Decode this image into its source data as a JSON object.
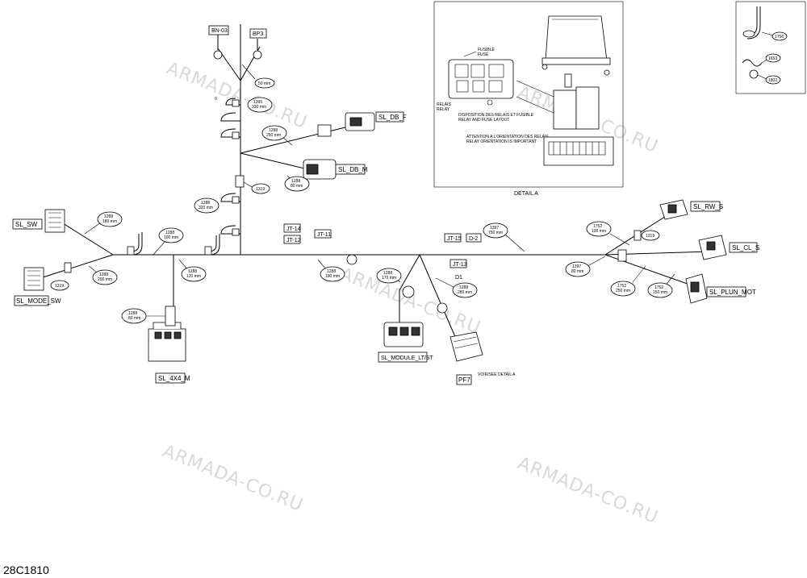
{
  "watermark": "ARMADA-CO.RU",
  "drawing_code": "28C1810",
  "connectors": {
    "bn03": "BN-03",
    "bp3": "BP3",
    "sl_db_f": "SL_DB_F",
    "sl_db_m": "SL_DB_M",
    "sl_sw": "SL_SW",
    "sl_mode_sw": "SL_MODE_SW",
    "sl_4x4_m": "SL_4X4_M",
    "jt14": "JT-14",
    "jt12": "JT-12",
    "jt11": "JT-11",
    "jt15": "JT-15",
    "d2": "D-2",
    "jt13": "JT-13",
    "d1": "D1",
    "sl_module_lt_st": "SL_MODULE_LT/ST",
    "pf7": "PF7",
    "sl_rw_s": "SL_RW_S",
    "sl_cl_s": "SL_CL_S",
    "sl_plun_mot": "SL_PLUN_MOT"
  },
  "callouts": {
    "c50": "50 mm",
    "c1395_a": "1395",
    "c1395_b": "330 mm",
    "c1288a_a": "1288",
    "c1288a_b": "250 mm",
    "c1288b_a": "1288",
    "c1288b_b": "80 mm",
    "c1319a": "1319",
    "c1288c_a": "1288",
    "c1288c_b": "320 mm",
    "c1288d_a": "1288",
    "c1288d_b": "180 mm",
    "c1288e_a": "1288",
    "c1288e_b": "100 mm",
    "c1288f_a": "1288",
    "c1288f_b": "120 mm",
    "c1288g_a": "1288",
    "c1288g_b": "200 mm",
    "c1319b": "1319",
    "c1288h_a": "1288",
    "c1288h_b": "80 mm",
    "c1288i_a": "1288",
    "c1288i_b": "190 mm",
    "c1288j_a": "1288",
    "c1288j_b": "170 mm",
    "c1288k_a": "1288",
    "c1288k_b": "280 mm",
    "c1397a_a": "1397",
    "c1397a_b": "750 mm",
    "c1752a_a": "1752",
    "c1752a_b": "100 mm",
    "c1319c": "1319",
    "c1397b_a": "1397",
    "c1397b_b": "80 mm",
    "c1752b_a": "1752",
    "c1752b_b": "250 mm",
    "c1752c_a": "1752",
    "c1752c_b": "150 mm",
    "c1756": "1756",
    "c1653": "1653",
    "c1802": "1802",
    "zero": "0"
  },
  "detail_a": {
    "title": "DETAIL A",
    "fuse_fr": "FUSIBLE",
    "fuse_en": "FUSE",
    "relay_fr": "RELAIS",
    "relay_en": "RELAY",
    "layout_fr": "DISPOSITION DES RELAIS ET FUSIBLE",
    "layout_en": "RELAY AND FUSE LAYOUT",
    "attention_fr": "ATTENTION A L'ORIENTATION DES RELAIS",
    "attention_en": "RELAY ORIENTATION IS IMPORTANT",
    "see_detail": "VOIR/SEE DETAIL A"
  }
}
